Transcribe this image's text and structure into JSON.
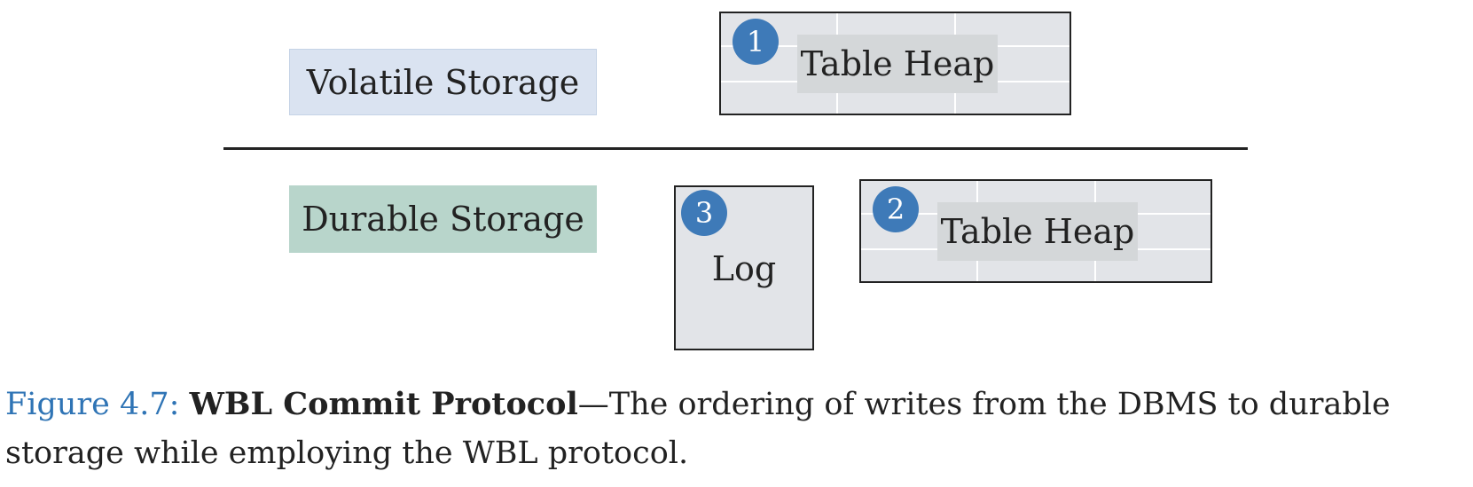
{
  "colors": {
    "volatile_fill": "#dae3f1",
    "durable_fill": "#b8d5cb",
    "heap_fill": "#e2e4e8",
    "heap_label_fill": "#d4d7d9",
    "badge_fill": "#3e7ab8",
    "caption_accent": "#2f74b5"
  },
  "storage": {
    "volatile_label": "Volatile Storage",
    "durable_label": "Durable Storage"
  },
  "volatile_heap": {
    "badge": "1",
    "label": "Table Heap"
  },
  "durable_heap": {
    "badge": "2",
    "label": "Table Heap"
  },
  "log": {
    "badge": "3",
    "label": "Log"
  },
  "caption": {
    "number": "Figure 4.7:",
    "title": "WBL Commit Protocol",
    "dash": "—",
    "text": "The ordering of writes from the DBMS to durable storage while employing the WBL protocol."
  }
}
